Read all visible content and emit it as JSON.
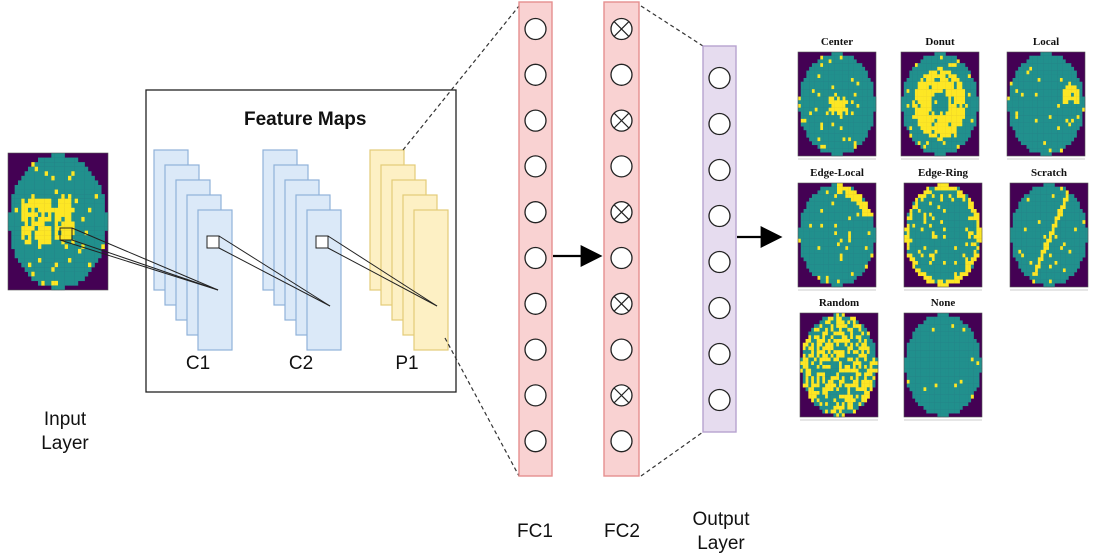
{
  "diagram": {
    "input_label": "Input\nLayer",
    "feature_maps_title": "Feature Maps",
    "conv_labels": [
      "C1",
      "C2",
      "P1"
    ],
    "fc1_label": "FC1",
    "fc2_label": "FC2",
    "output_label": "Output\nLayer",
    "fc1_nodes": 10,
    "fc2_nodes": 10,
    "fc2_dropped_nodes": [
      0,
      2,
      4,
      6,
      8
    ],
    "output_nodes": 8,
    "classes": [
      "Center",
      "Donut",
      "Local",
      "Edge-Local",
      "Edge-Ring",
      "Scratch",
      "Random",
      "None"
    ],
    "colors": {
      "wafer_bg": "#440154",
      "wafer_body": "#21908d",
      "wafer_defect": "#fde725",
      "conv_fill": "#dbe9f8",
      "conv_stroke": "#8fb2d9",
      "pool_fill": "#fdf0c4",
      "pool_stroke": "#e3cb78",
      "fc_fill": "#f9d2d2",
      "fc_stroke": "#e58f8f",
      "out_fill": "#e6dcef",
      "out_stroke": "#b7a2cf"
    }
  }
}
